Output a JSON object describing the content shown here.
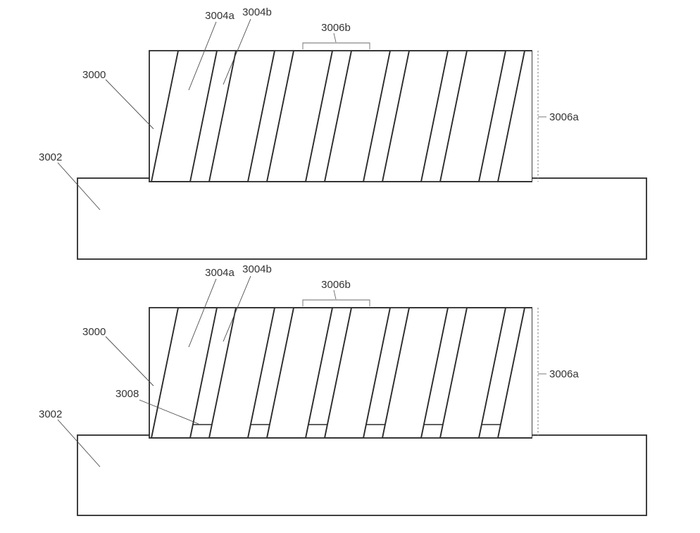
{
  "page": {
    "background": "#ffffff"
  },
  "style": {
    "line_color": "#2b2b2b",
    "leader_color": "#4a4a4a",
    "text_color": "#333333"
  },
  "diagram": {
    "stripe_count": 7,
    "gap_count": 6
  },
  "figures": [
    {
      "id": "top",
      "labels": {
        "body": "3000",
        "substrate": "3002",
        "stripe_a": "3004a",
        "stripe_b": "3004b",
        "height_dim": "3006a",
        "pitch_dim": "3006b"
      }
    },
    {
      "id": "bottom",
      "labels": {
        "body": "3000",
        "substrate": "3002",
        "stripe_a": "3004a",
        "stripe_b": "3004b",
        "height_dim": "3006a",
        "pitch_dim": "3006b",
        "base_region": "3008"
      }
    }
  ]
}
